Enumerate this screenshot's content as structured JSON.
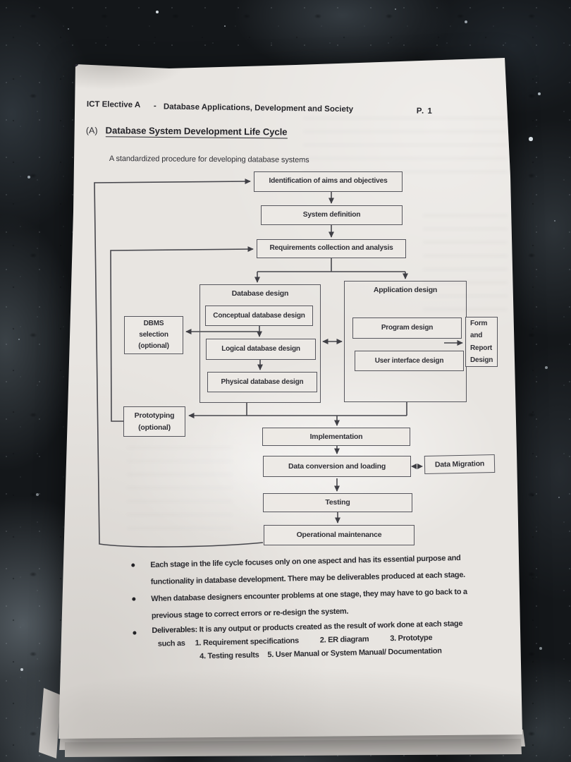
{
  "colors": {
    "paper": "#e8e5e1",
    "ink": "#26262b",
    "box_border": "#56565d",
    "line": "#46464c"
  },
  "header": {
    "course": "ICT Elective A",
    "separator": "-",
    "subject": "Database Applications, Development and Society",
    "page": "P. 1"
  },
  "title": {
    "label": "(A)",
    "text": "Database System Development Life Cycle"
  },
  "intro": "A standardized procedure for developing database systems",
  "diagram": {
    "nodes": {
      "identification": "Identification of aims and objectives",
      "system_definition": "System definition",
      "requirements": "Requirements collection and analysis",
      "database_design": "Database design",
      "conceptual": "Conceptual database design",
      "logical": "Logical database design",
      "physical": "Physical database design",
      "application_design": "Application design",
      "program_design": "Program design",
      "user_interface": "User interface design",
      "dbms_selection": "DBMS\nselection\n(optional)",
      "form_report": "Form\nand\nReport\nDesign",
      "prototyping": "Prototyping\n(optional)",
      "implementation": "Implementation",
      "data_conversion": "Data conversion and loading",
      "data_migration": "Data Migration",
      "testing": "Testing",
      "operational": "Operational maintenance"
    }
  },
  "bullets": {
    "b1_l1": "Each stage in the life cycle focuses only on one aspect and has its essential purpose and",
    "b1_l2": "functionality in database development. There may be deliverables produced at each stage.",
    "b2_l1": "When database designers encounter problems at one stage, they may have to go back to a",
    "b2_l2": "previous stage to correct errors or re-design the system.",
    "b3_bold": "Deliverables:",
    "b3_rest": " It is any output or products created as the result of work done at each stage",
    "such_as": "such as",
    "deliverable_1": "1. Requirement specifications",
    "deliverable_2": "2. ER diagram",
    "deliverable_3": "3. Prototype",
    "deliverable_4": "4. Testing results",
    "deliverable_5": "5. User Manual or System Manual/ Documentation"
  }
}
